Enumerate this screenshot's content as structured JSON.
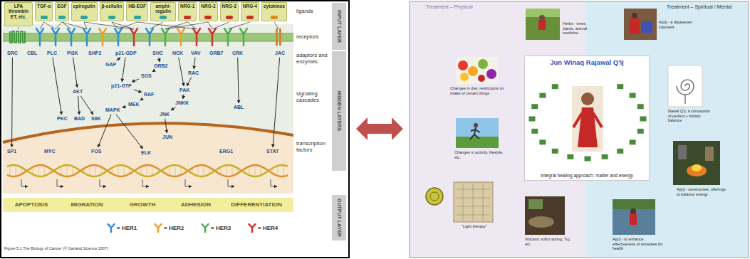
{
  "diagram": {
    "caption": "Figure 5.1 The Biology of Cancer (© Garland Science 2007)",
    "nodes": [
      {
        "text": [
          "LPA thrombin ET, etc."
        ]
      },
      {
        "text": [
          "TGF-α"
        ]
      },
      {
        "text": [
          "EGF"
        ]
      },
      {
        "text": [
          "epiregulin"
        ]
      },
      {
        "text": [
          "β-cellulin"
        ]
      },
      {
        "text": [
          "HB-EGF"
        ]
      },
      {
        "text": [
          "amphi-regulin"
        ]
      },
      {
        "text": [
          "NRG-1"
        ]
      },
      {
        "text": [
          "NRG-2"
        ]
      },
      {
        "text": [
          "NRG-3"
        ]
      },
      {
        "text": [
          "NRG-4"
        ]
      },
      {
        "text": [
          "cytokines"
        ]
      },
      {
        "text": [
          "SRC"
        ]
      },
      {
        "text": [
          "CBL"
        ]
      },
      {
        "text": [
          "PLC"
        ]
      },
      {
        "text": [
          "PI3K"
        ]
      },
      {
        "text": [
          "SHP2"
        ]
      },
      {
        "text": [
          "p21-GDP"
        ]
      },
      {
        "text": [
          "SHC"
        ]
      },
      {
        "text": [
          "NCK"
        ]
      },
      {
        "text": [
          "VAV"
        ]
      },
      {
        "text": [
          "GRB7"
        ]
      },
      {
        "text": [
          "CRK"
        ]
      },
      {
        "text": [
          "JAC"
        ]
      },
      {
        "text": [
          "GAP"
        ]
      },
      {
        "text": [
          "GRB2"
        ]
      },
      {
        "text": [
          "SOS"
        ]
      },
      {
        "text": [
          "p21-GTP"
        ]
      },
      {
        "text": [
          "RAF"
        ]
      },
      {
        "text": [
          "AKT"
        ]
      },
      {
        "text": [
          "MEK"
        ]
      },
      {
        "text": [
          "MAPK"
        ]
      },
      {
        "text": [
          "RAC"
        ]
      },
      {
        "text": [
          "PAK"
        ]
      },
      {
        "text": [
          "JNKK"
        ]
      },
      {
        "text": [
          "JNK"
        ]
      },
      {
        "text": [
          "ABL"
        ]
      },
      {
        "text": [
          "PKC"
        ]
      },
      {
        "text": [
          "BAD"
        ]
      },
      {
        "text": [
          "S6K"
        ]
      },
      {
        "text": [
          "SP1"
        ]
      },
      {
        "text": [
          "MYC"
        ]
      },
      {
        "text": [
          "JUN"
        ]
      },
      {
        "text": [
          "FOS"
        ]
      },
      {
        "text": [
          "ELK"
        ]
      },
      {
        "text": [
          "ERG1"
        ]
      },
      {
        "text": [
          "STAT"
        ]
      },
      {
        "text": [
          "Jun Winaq Rajawal Q'ij",
          "Integral healing approach: matter and energy"
        ]
      }
    ],
    "edges": [
      {
        "from": 12,
        "to": 40,
        "arrow": "to"
      },
      {
        "from": 14,
        "to": 37,
        "arrow": "to"
      },
      {
        "from": 15,
        "to": 29,
        "arrow": "to"
      },
      {
        "from": 29,
        "to": 38,
        "arrow": "to"
      },
      {
        "from": 29,
        "to": 39,
        "arrow": "to"
      },
      {
        "from": 24,
        "to": 17,
        "arrow": "to"
      },
      {
        "from": 17,
        "to": 27,
        "arrow": "to"
      },
      {
        "from": 18,
        "to": 25,
        "arrow": "to"
      },
      {
        "from": 25,
        "to": 26,
        "arrow": "to"
      },
      {
        "from": 26,
        "to": 27,
        "arrow": "to"
      },
      {
        "from": 27,
        "to": 28,
        "arrow": "to"
      },
      {
        "from": 28,
        "to": 30,
        "arrow": "to"
      },
      {
        "from": 30,
        "to": 31,
        "arrow": "to"
      },
      {
        "from": 31,
        "to": 43,
        "arrow": "to"
      },
      {
        "from": 31,
        "to": 44,
        "arrow": "to"
      },
      {
        "from": 20,
        "to": 32,
        "arrow": "to"
      },
      {
        "from": 19,
        "to": 33,
        "arrow": "to"
      },
      {
        "from": 32,
        "to": 33,
        "arrow": "to"
      },
      {
        "from": 33,
        "to": 34,
        "arrow": "to"
      },
      {
        "from": 34,
        "to": 35,
        "arrow": "to"
      },
      {
        "from": 35,
        "to": 42,
        "arrow": "to"
      },
      {
        "from": 22,
        "to": 36,
        "arrow": "to"
      },
      {
        "from": 23,
        "to": 46,
        "arrow": "to"
      }
    ],
    "labels": [
      "ligands",
      "receptors",
      "adaptors and enzymes",
      "signaling cascades",
      "transcription factors",
      "INPUT LAYER",
      "HIDDEN LAYERS",
      "OUTPUT LAYER",
      "APOPTOSIS",
      "MIGRATION",
      "GROWTH",
      "ADHESION",
      "DIFFERENTIATION",
      "Treatment – Physical",
      "Treatment – Spiritual / Mental",
      "Changes in diet, restrictions on intake of certain things",
      "Herbs - trees, plants, animal medicine",
      "Ajq'ij - a daykeeper counsels",
      "Changes in activity, lifestyle, etc.",
      "\"Light therapy\"",
      "Volcanic sulfur spring, Tuj, etc.",
      "Nawal Q'ij: a conception of perfect + holistic balance",
      "Ajq'ij - ceremonies, offerings to balance energy",
      "Ajq'ij - to enhance effectiveness of remedies for health"
    ],
    "legend": [
      {
        "text": "= HER1",
        "color": "#2f8fd0"
      },
      {
        "text": "= HER2",
        "color": "#e8a030"
      },
      {
        "text": "= HER3",
        "color": "#4caf50"
      },
      {
        "text": "= HER4",
        "color": "#d03030"
      }
    ]
  }
}
